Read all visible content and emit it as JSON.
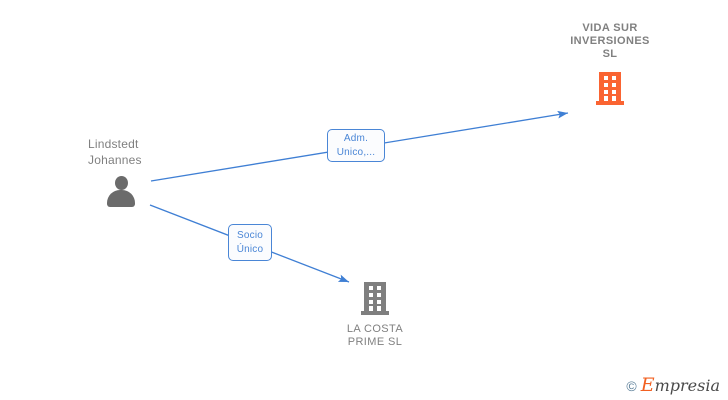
{
  "diagram": {
    "title": "Corporate relationship graph",
    "background": "#ffffff",
    "nodes": [
      {
        "id": "vida-sur",
        "type": "company",
        "label": "VIDA SUR\nINVERSIONES\nSL",
        "icon": "building-icon",
        "color": "#fa6432",
        "highlighted": true
      },
      {
        "id": "lindstedt-johannes",
        "type": "person",
        "label": "Lindstedt\nJohannes",
        "icon": "person-icon",
        "color": "#6b6b6b",
        "highlighted": false
      },
      {
        "id": "la-costa-prime",
        "type": "company",
        "label": "LA COSTA\nPRIME  SL",
        "icon": "building-icon",
        "color": "#7f7f7f",
        "highlighted": false
      }
    ],
    "edges": [
      {
        "id": "edge-adm-unico",
        "from": "lindstedt-johannes",
        "to": "vida-sur",
        "label": "Adm.\nUnico,...",
        "color": "#4a86d6"
      },
      {
        "id": "edge-socio-unico",
        "from": "lindstedt-johannes",
        "to": "la-costa-prime",
        "label": "Socio\nÚnico",
        "color": "#4a86d6"
      }
    ]
  },
  "watermark": {
    "copyright_symbol": "©",
    "brand_initial": "E",
    "brand_rest": "mpresia",
    "brand_color": "#f26122"
  }
}
